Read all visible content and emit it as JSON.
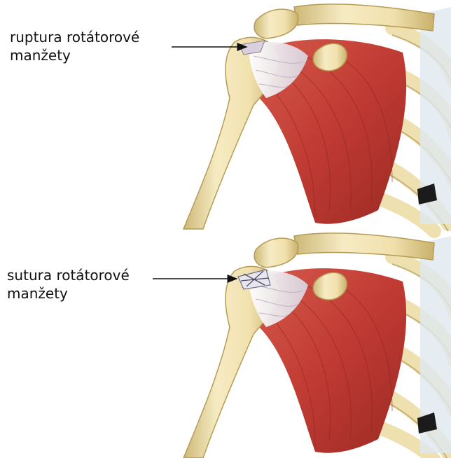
{
  "labels": {
    "top_line1": "ruptura rotátorové",
    "top_line2": "manžety",
    "bottom_line1": "sutura rotátorové",
    "bottom_line2": "manžety"
  },
  "colors": {
    "bone": "#f3e6b8",
    "bone_shade": "#d9c68a",
    "muscle": "#c8453d",
    "muscle_dark": "#8e2620",
    "tendon": "#e9e3ec",
    "cartilage": "#dfeaf1"
  }
}
